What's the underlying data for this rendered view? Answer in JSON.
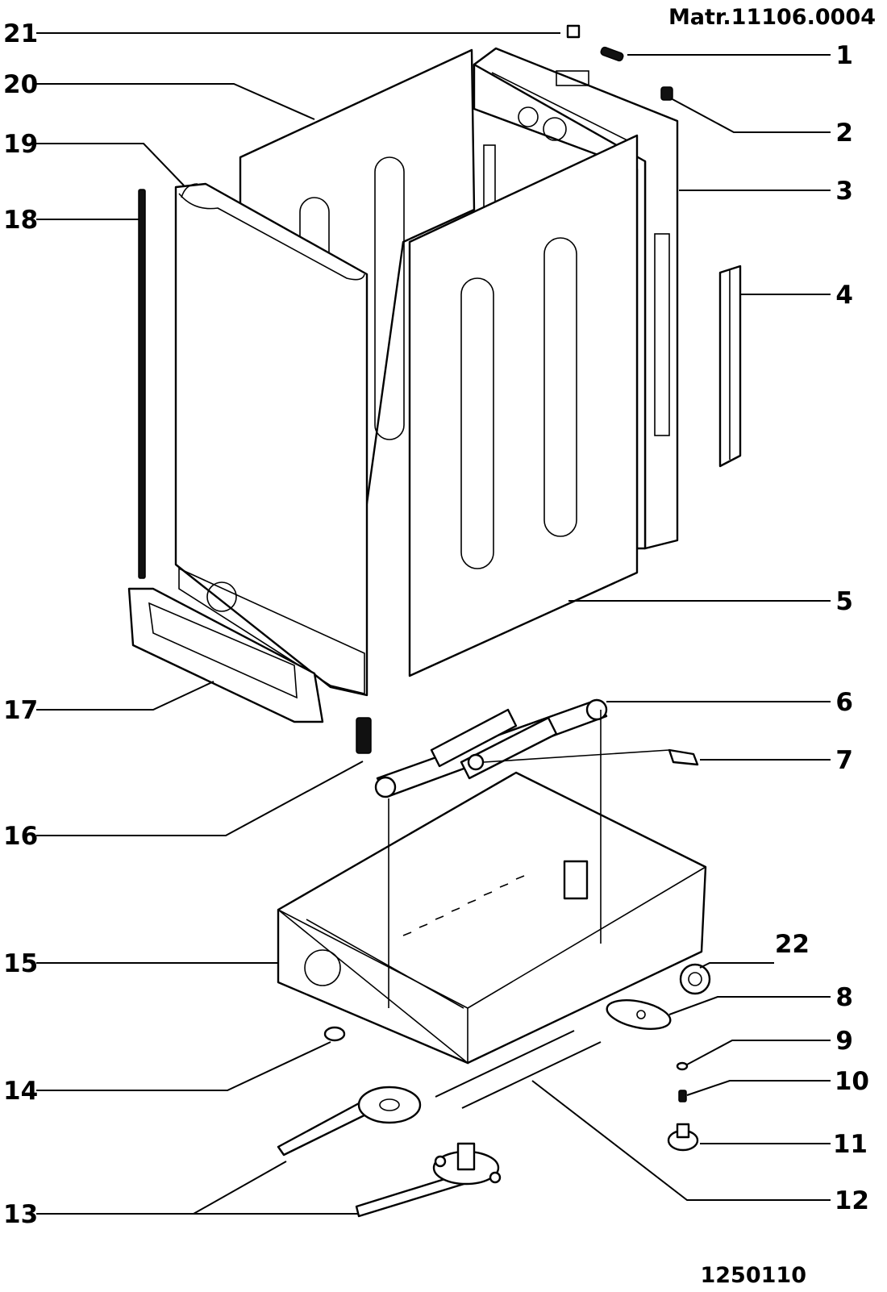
{
  "header": {
    "material_code": "Matr.11106.0004"
  },
  "footer": {
    "drawing_number": "1250110"
  },
  "callouts": [
    "21",
    "20",
    "19",
    "18",
    "17",
    "16",
    "15",
    "14",
    "13",
    "1",
    "2",
    "3",
    "4",
    "5",
    "6",
    "7",
    "22",
    "8",
    "9",
    "10",
    "11",
    "12"
  ],
  "colors": {
    "ink": "#000000",
    "paper": "#ffffff"
  }
}
